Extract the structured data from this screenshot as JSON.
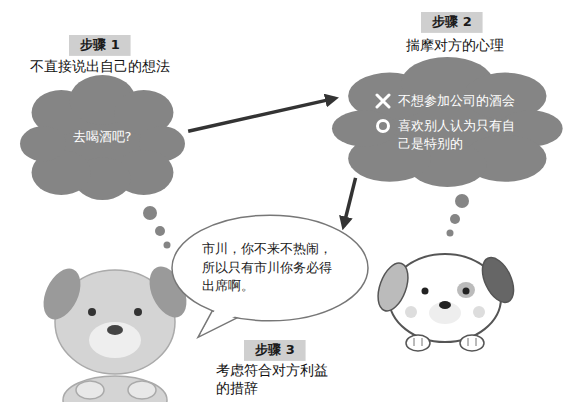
{
  "diagram": {
    "nodes": [
      {
        "text": [
          "步骤 1"
        ]
      },
      {
        "text": [
          "步骤 2"
        ]
      },
      {
        "text": [
          "去喝酒吧?"
        ]
      },
      {
        "text": [
          "不想参加公司的酒会",
          "喜欢别人认为只有自己是特别的"
        ]
      },
      {
        "text": [
          "市川，你不来不热闹，所以只有市川你务必得出席啊。"
        ]
      },
      {
        "text": [
          "步骤 3"
        ]
      }
    ],
    "edges": [
      {
        "from": 2,
        "to": 3,
        "arrow": "to"
      },
      {
        "from": 3,
        "to": 4,
        "arrow": "to"
      }
    ],
    "labels": [
      "不直接说出自己的想法",
      "揣摩对方的心理",
      "考虑符合对方利益的措辞"
    ]
  }
}
